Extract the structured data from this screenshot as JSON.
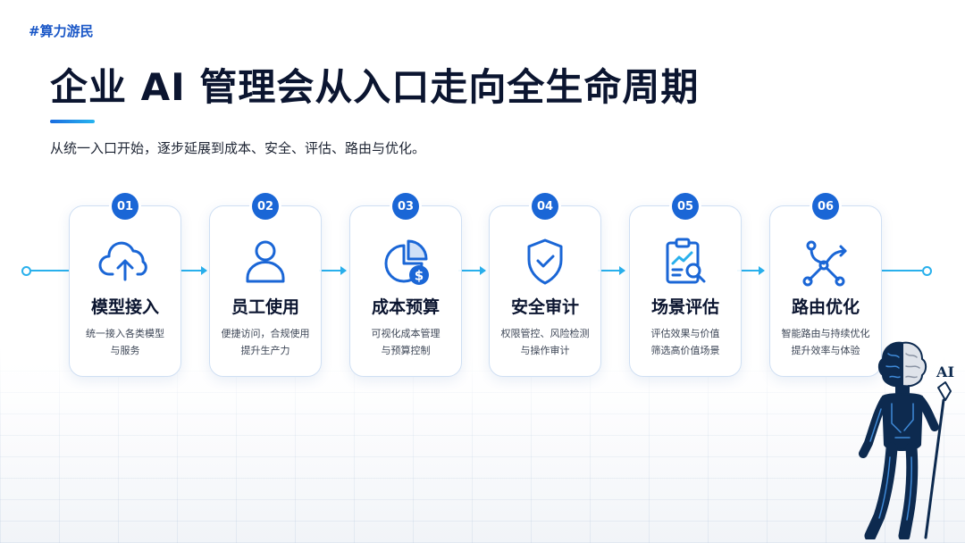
{
  "tag": "#算力游民",
  "title": "企业 AI 管理会从入口走向全生命周期",
  "subtitle": "从统一入口开始，逐步延展到成本、安全、评估、路由与优化。",
  "figure_text": "AI",
  "colors": {
    "accent": "#1a66d6",
    "connector": "#29b0ec",
    "title": "#0b1530"
  },
  "steps": [
    {
      "number": "01",
      "icon": "cloud-upload-icon",
      "title": "模型接入",
      "desc_line1": "统一接入各类模型",
      "desc_line2": "与服务"
    },
    {
      "number": "02",
      "icon": "user-icon",
      "title": "员工使用",
      "desc_line1": "便捷访问，合规使用",
      "desc_line2": "提升生产力"
    },
    {
      "number": "03",
      "icon": "pie-chart-dollar-icon",
      "title": "成本预算",
      "desc_line1": "可视化成本管理",
      "desc_line2": "与预算控制"
    },
    {
      "number": "04",
      "icon": "shield-check-icon",
      "title": "安全审计",
      "desc_line1": "权限管控、风险检测",
      "desc_line2": "与操作审计"
    },
    {
      "number": "05",
      "icon": "clipboard-analytics-icon",
      "title": "场景评估",
      "desc_line1": "评估效果与价值",
      "desc_line2": "筛选高价值场景"
    },
    {
      "number": "06",
      "icon": "routing-nodes-icon",
      "title": "路由优化",
      "desc_line1": "智能路由与持续优化",
      "desc_line2": "提升效率与体验"
    }
  ]
}
